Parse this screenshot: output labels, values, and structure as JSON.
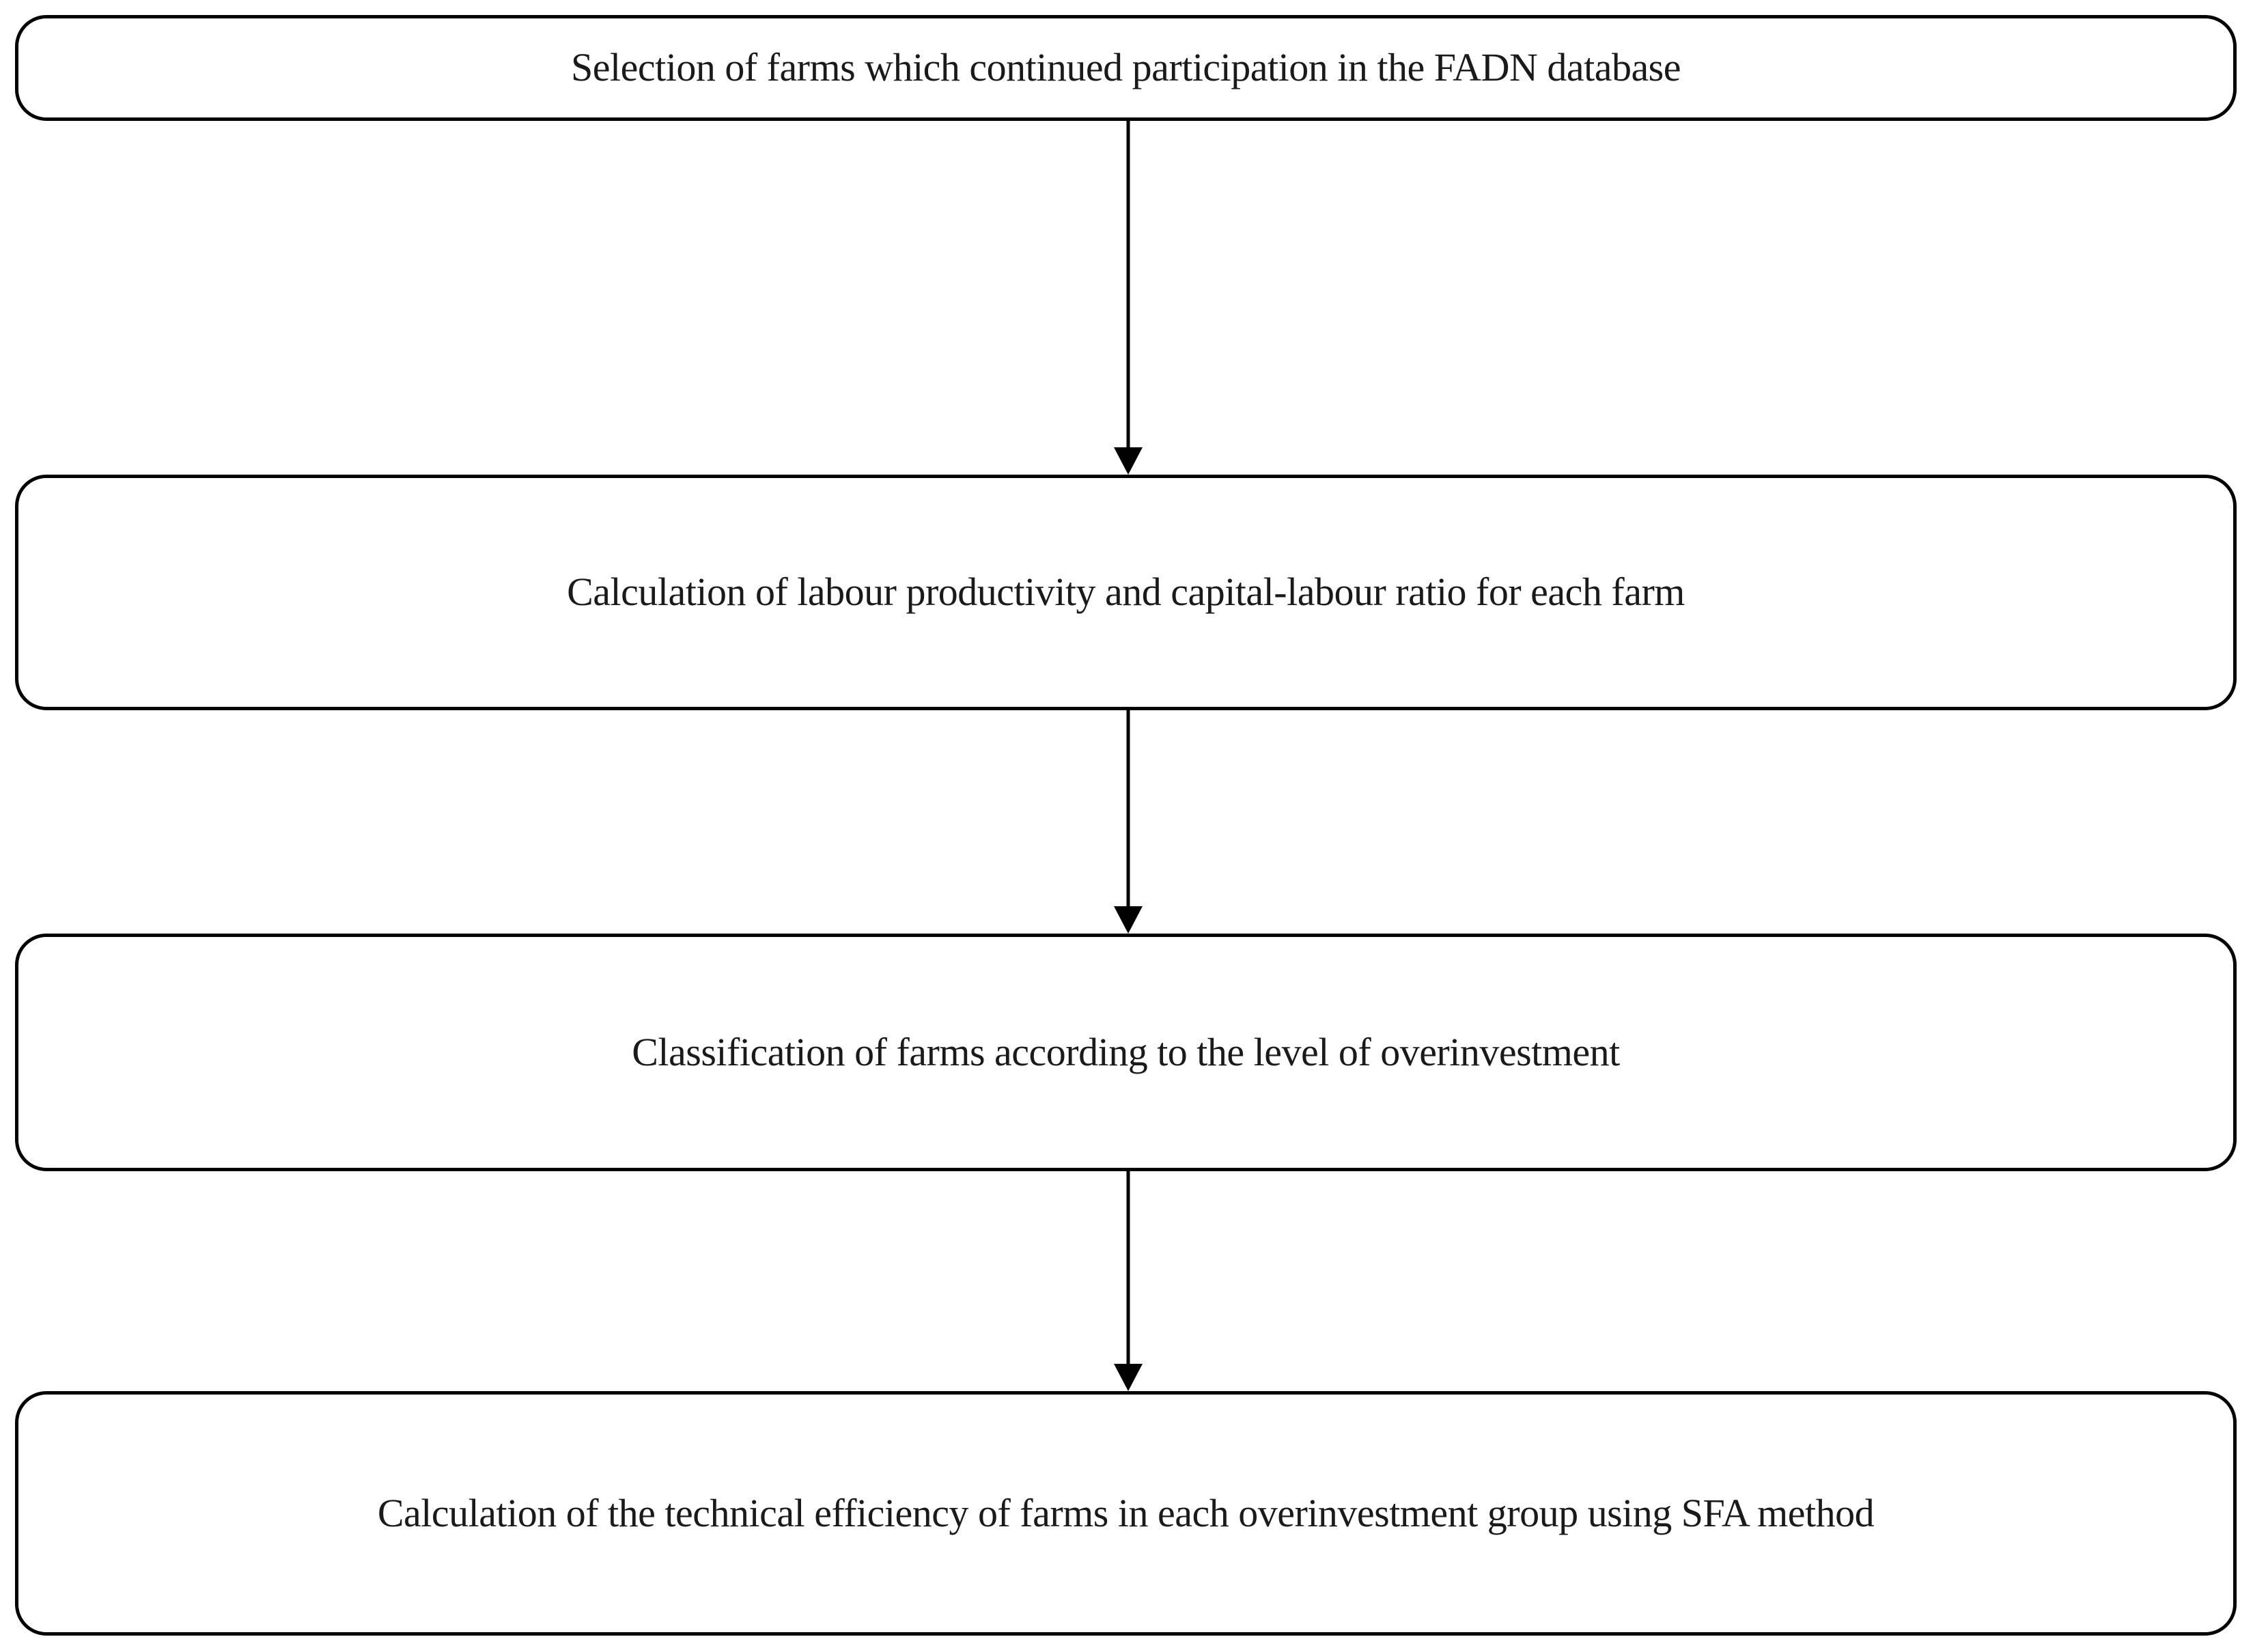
{
  "diagram": {
    "type": "flowchart",
    "orientation": "vertical",
    "background_color": "#ffffff",
    "node_border_color": "#000000",
    "node_fill_color": "#ffffff",
    "connector_color": "#000000",
    "text_color": "#1a1a1a",
    "nodes": [
      {
        "id": "node-1",
        "label": "Selection of farms which continued participation in the FADN database",
        "shape": "rounded-rectangle"
      },
      {
        "id": "node-2",
        "label": "Calculation of labour productivity and capital-labour ratio for each farm",
        "shape": "rounded-rectangle"
      },
      {
        "id": "node-3",
        "label": "Classification of farms according to the level of overinvestment",
        "shape": "rounded-rectangle"
      },
      {
        "id": "node-4",
        "label": "Calculation of the technical efficiency of farms in each overinvestment group using SFA method",
        "shape": "rounded-rectangle"
      }
    ],
    "connectors": [
      {
        "id": "connector-1",
        "from": "node-1",
        "to": "node-2",
        "style": "solid-line-with-arrowhead",
        "direction": "down"
      },
      {
        "id": "connector-2",
        "from": "node-2",
        "to": "node-3",
        "style": "solid-line-with-arrowhead",
        "direction": "down"
      },
      {
        "id": "connector-3",
        "from": "node-3",
        "to": "node-4",
        "style": "solid-line-with-arrowhead",
        "direction": "down"
      }
    ]
  }
}
